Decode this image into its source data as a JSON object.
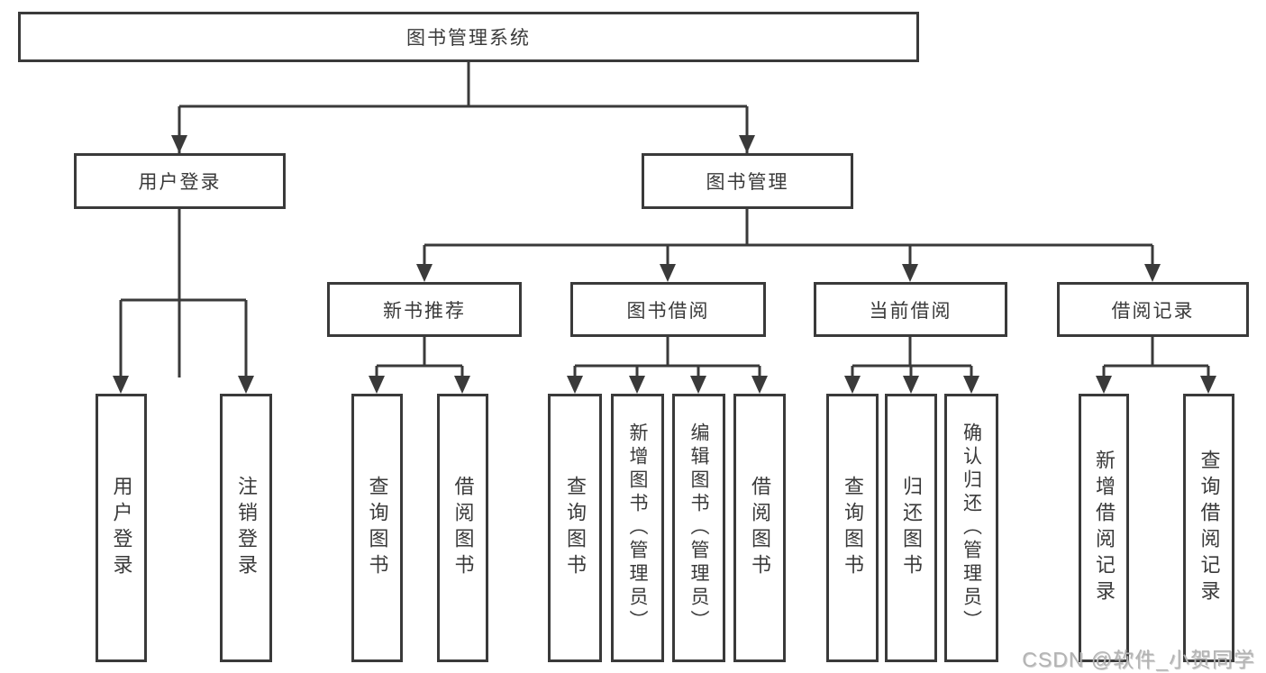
{
  "diagram": {
    "type": "hierarchy-tree",
    "colors": {
      "line": "#3a3a3a",
      "box_border": "#3a3a3a",
      "box_fill": "#ffffff",
      "text": "#3a3a3a",
      "background": "#ffffff",
      "watermark": "#b3b3b3"
    },
    "nodes": {
      "root": {
        "label": "图书管理系统"
      },
      "level2": [
        {
          "label": "用户登录"
        },
        {
          "label": "图书管理"
        }
      ],
      "level3": [
        {
          "label": "新书推荐"
        },
        {
          "label": "图书借阅"
        },
        {
          "label": "当前借阅"
        },
        {
          "label": "借阅记录"
        }
      ],
      "leaves": {
        "login": [
          {
            "label": "用户登录"
          },
          {
            "label": "注销登录"
          }
        ],
        "recommend": [
          {
            "label": "查询图书"
          },
          {
            "label": "借阅图书"
          }
        ],
        "borrow": [
          {
            "label": "查询图书"
          },
          {
            "label": "新增图书（管理员）"
          },
          {
            "label": "编辑图书（管理员）"
          },
          {
            "label": "借阅图书"
          }
        ],
        "current": [
          {
            "label": "查询图书"
          },
          {
            "label": "归还图书"
          },
          {
            "label": "确认归还（管理员）"
          }
        ],
        "record": [
          {
            "label": "新增借阅记录"
          },
          {
            "label": "查询借阅记录"
          }
        ]
      }
    },
    "watermark": "CSDN @软件_小贺同学"
  }
}
